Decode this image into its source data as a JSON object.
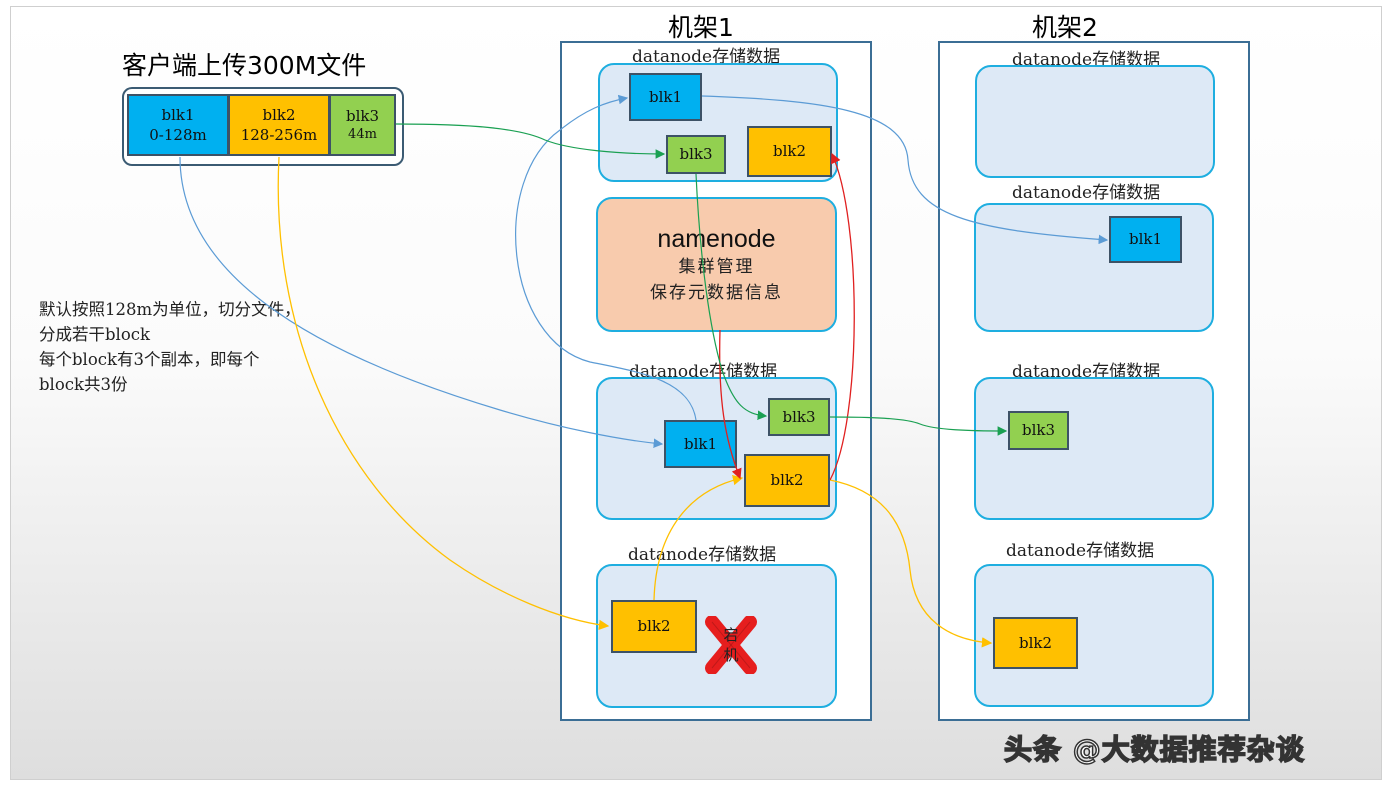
{
  "client": {
    "title": "客户端上传300M文件",
    "blocks": [
      {
        "name": "blk1",
        "range": "0-128m"
      },
      {
        "name": "blk2",
        "range": "128-256m"
      },
      {
        "name": "blk3",
        "range": "44m"
      }
    ]
  },
  "note": {
    "lines": [
      "默认按照128m为单位，切分文件，",
      "分成若干block",
      "每个block有3个副本，即每个",
      "block共3份"
    ]
  },
  "rack1": {
    "title": "机架1",
    "datanode_label": "datanode存储数据",
    "namenode": {
      "title": "namenode",
      "line1": "集群管理",
      "line2": "保存元数据信息"
    },
    "node_a": {
      "blocks": [
        "blk1",
        "blk3",
        "blk2"
      ]
    },
    "node_b": {
      "blocks": [
        "blk3",
        "blk1",
        "blk2"
      ]
    },
    "node_c": {
      "blocks": [
        "blk2"
      ],
      "down_label_1": "宕",
      "down_label_2": "机"
    }
  },
  "rack2": {
    "title": "机架2",
    "datanode_label": "datanode存储数据",
    "node_b": {
      "blocks": [
        "blk1"
      ]
    },
    "node_c": {
      "blocks": [
        "blk3"
      ]
    },
    "node_d": {
      "blocks": [
        "blk2"
      ]
    }
  },
  "watermark": "头条 @大数据推荐杂谈",
  "colors": {
    "blk1": "#00b0f0",
    "blk2": "#ffc000",
    "blk3": "#92d050",
    "namenode": "#f8cbad",
    "datanode": "#dde9f6",
    "arrow_red": "#e02020"
  }
}
